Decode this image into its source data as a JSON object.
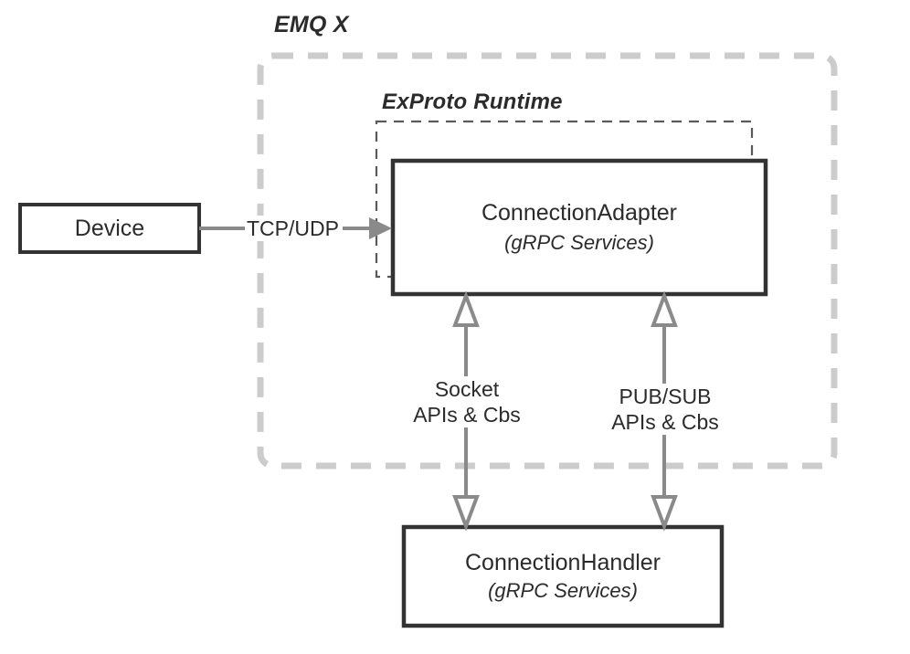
{
  "diagram": {
    "groups": {
      "outer": {
        "title": "EMQ X",
        "border_color": "#cccccc",
        "style": "dashed-rounded"
      },
      "inner": {
        "title": "ExProto Runtime",
        "border_color": "#666666",
        "style": "dashed"
      }
    },
    "nodes": {
      "device": {
        "label": "Device",
        "border_color": "#333333",
        "fill": "#ffffff"
      },
      "connection_adapter": {
        "title": "ConnectionAdapter",
        "subtitle": "(gRPC Services)",
        "border_color": "#333333",
        "fill": "#ffffff"
      },
      "connection_handler": {
        "title": "ConnectionHandler",
        "subtitle": "(gRPC Services)",
        "border_color": "#333333",
        "fill": "#ffffff"
      }
    },
    "edges": {
      "device_to_adapter": {
        "label": "TCP/UDP",
        "color": "#8a8a8a",
        "arrow": "filled-single"
      },
      "socket_channel": {
        "label_line1": "Socket",
        "label_line2": "APIs & Cbs",
        "color": "#8a8a8a",
        "arrow": "hollow-double"
      },
      "pubsub_channel": {
        "label_line1": "PUB/SUB",
        "label_line2": "APIs & Cbs",
        "color": "#8a8a8a",
        "arrow": "hollow-double"
      }
    }
  }
}
